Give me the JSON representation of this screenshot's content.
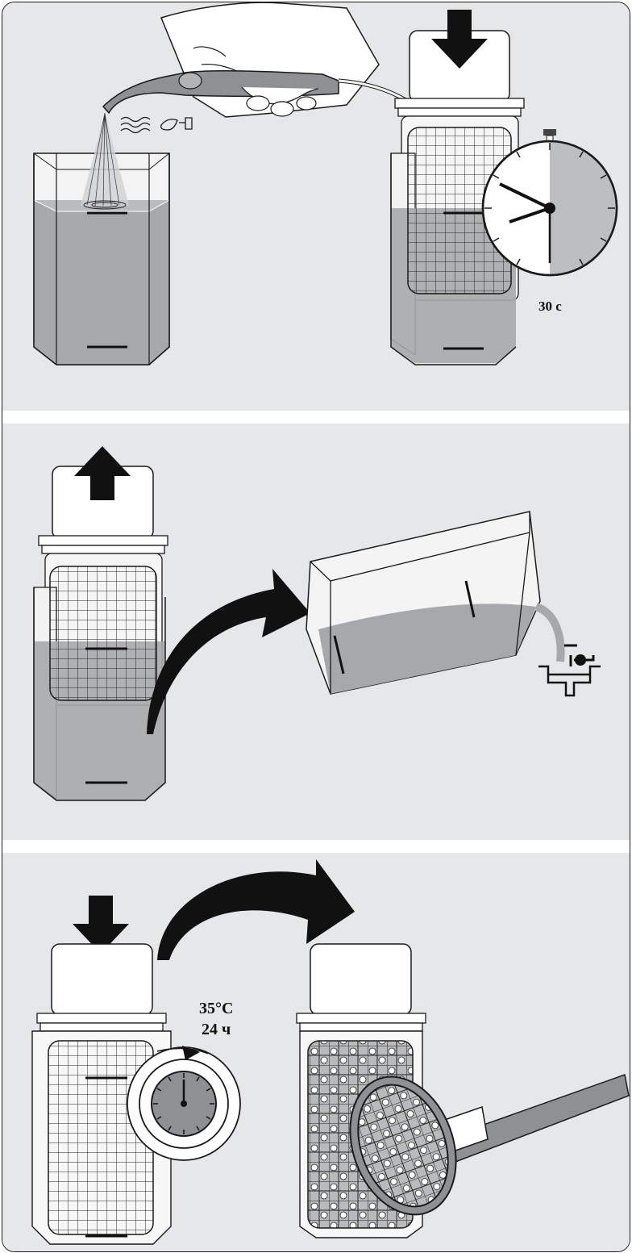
{
  "steps": [
    {
      "timer_label": "30 с"
    },
    {},
    {
      "temperature": "35°C",
      "duration": "24 ч"
    }
  ],
  "colors": {
    "panel_bg": "#e6e7e8",
    "liquid": "#a6a8ab",
    "outline": "#1a1a1a",
    "arrow": "#111111"
  },
  "icons": [
    "spray-gun-icon",
    "water-waves-icon",
    "drop-icon",
    "stopwatch-icon",
    "arrow-down-icon",
    "arrow-up-icon",
    "curved-arrow-icon",
    "tap-sink-icon",
    "incubation-clock-icon",
    "magnifier-icon"
  ]
}
